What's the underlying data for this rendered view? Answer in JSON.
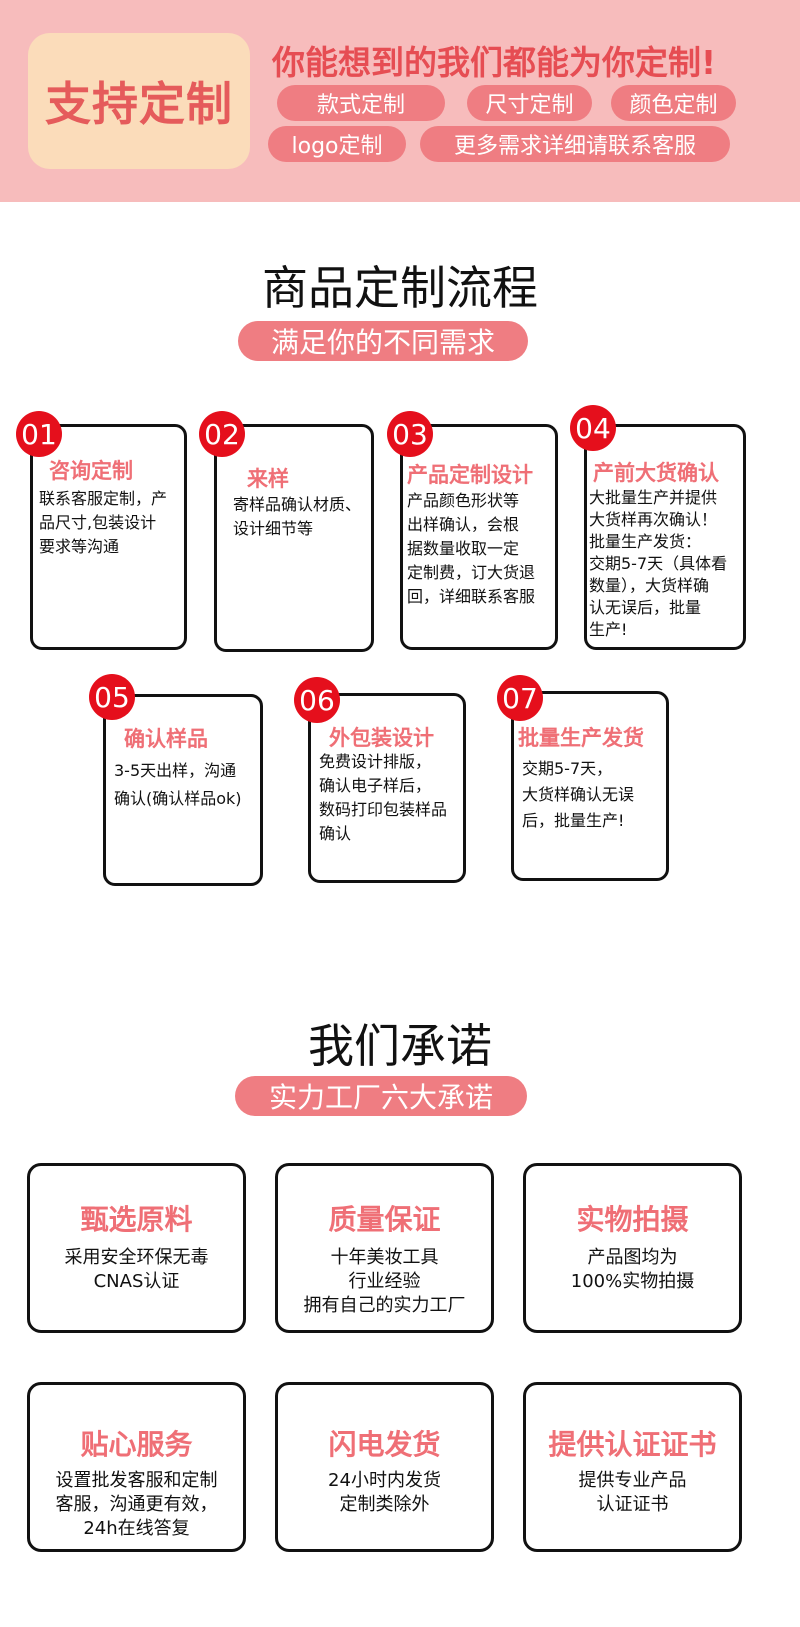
{
  "banner": {
    "badge": "支持定制",
    "headline": "你能想到的我们都能为你定制!",
    "tags": [
      "款式定制",
      "尺寸定制",
      "颜色定制",
      "logo定制",
      "更多需求详细请联系客服"
    ]
  },
  "process": {
    "title": "商品定制流程",
    "subtitle": "满足你的不同需求",
    "steps": [
      {
        "num": "01",
        "title": "咨询定制",
        "desc": "联系客服定制，产\n品尺寸,包装设计\n要求等沟通"
      },
      {
        "num": "02",
        "title": "来样",
        "desc": "寄样品确认材质、\n设计细节等"
      },
      {
        "num": "03",
        "title": "产品定制设计",
        "desc": " 产品颜色形状等\n出样确认，会根\n据数量收取一定\n定制费，订大货退\n回，详细联系客服"
      },
      {
        "num": "04",
        "title": "产前大货确认",
        "desc": "大批量生产并提供\n大货样再次确认！\n批量生产发货：\n交期5-7天（具体看\n数量），大货样确\n认无误后，批量\n生产!"
      },
      {
        "num": "05",
        "title": "确认样品",
        "desc": "3-5天出样，沟通\n确认(确认样品ok)"
      },
      {
        "num": "06",
        "title": "外包装设计",
        "desc": "免费设计排版，\n确认电子样后，\n数码打印包装样品\n确认"
      },
      {
        "num": "07",
        "title": "批量生产发货",
        "desc": " 交期5-7天，\n大货样确认无误\n后，批量生产!"
      }
    ]
  },
  "promise": {
    "title": "我们承诺",
    "subtitle": "实力工厂六大承诺",
    "cards": [
      {
        "title": "甄选原料",
        "desc": "采用安全环保无毒\nCNAS认证"
      },
      {
        "title": "质量保证",
        "desc": "十年美妆工具\n行业经验\n拥有自己的实力工厂"
      },
      {
        "title": "实物拍摄",
        "desc": "产品图均为\n100%实物拍摄"
      },
      {
        "title": "贴心服务",
        "desc": "设置批发客服和定制\n客服，沟通更有效，\n24h在线答复"
      },
      {
        "title": "闪电发货",
        "desc": "24小时内发货\n定制类除外"
      },
      {
        "title": "提供认证证书",
        "desc": "提供专业产品\n认证证书"
      }
    ]
  },
  "colors": {
    "banner_bg": "#f7bcbc",
    "badge_bg": "#fbdcba",
    "accent": "#ef7d82",
    "number_badge": "#e50f1c",
    "title_pink": "#ef6f76"
  }
}
